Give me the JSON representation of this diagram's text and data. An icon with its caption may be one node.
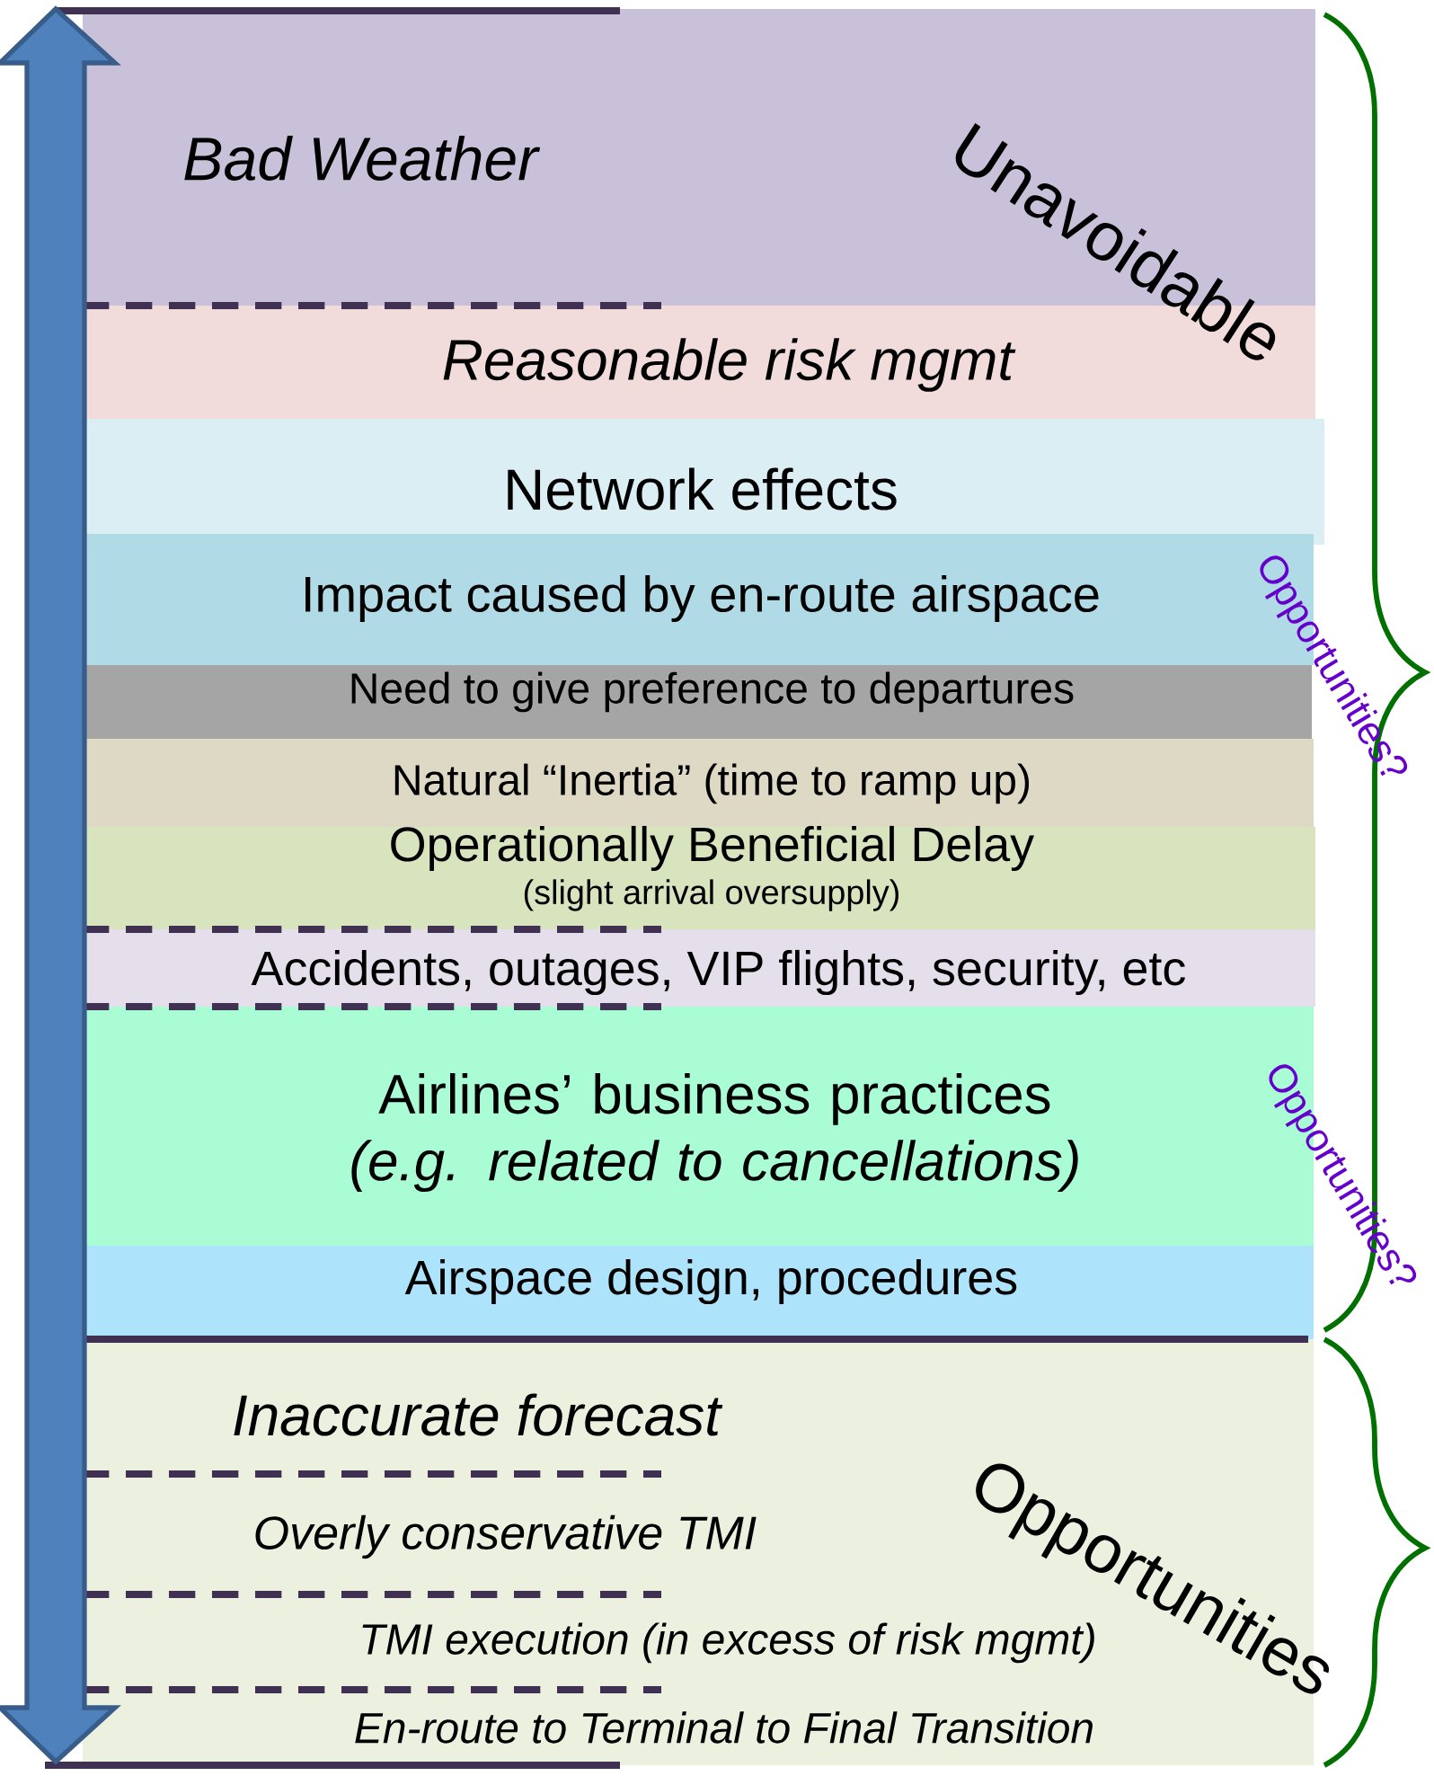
{
  "diagram": {
    "nodes": [
      {
        "text": [
          "Bad Weather"
        ]
      },
      {
        "text": [
          "Reasonable risk mgmt"
        ]
      },
      {
        "text": [
          "Network effects"
        ]
      },
      {
        "text": [
          "Impact caused by en-route airspace"
        ]
      },
      {
        "text": [
          "Need to give preference to departures"
        ]
      },
      {
        "text": [
          "Natural “Inertia” (time to ramp up)"
        ]
      },
      {
        "text": [
          "Operationally Beneficial Delay",
          "(slight arrival oversupply)"
        ]
      },
      {
        "text": [
          "Accidents, outages, VIP flights, security, etc"
        ]
      },
      {
        "text": [
          "Airlines’ business practices *(e.g. related to cancellations)*"
        ]
      },
      {
        "text": [
          "Airspace design, procedures"
        ]
      },
      {
        "text": [
          "Inaccurate forecast"
        ]
      },
      {
        "text": [
          "Overly conservative TMI"
        ]
      },
      {
        "text": [
          "TMI execution (in excess of risk mgmt)"
        ]
      },
      {
        "text": [
          "En-route to Terminal to Final Transition"
        ]
      }
    ],
    "labels": [
      "Unavoidable",
      "Opportunities?",
      "Opportunities?",
      "Opportunities"
    ]
  }
}
